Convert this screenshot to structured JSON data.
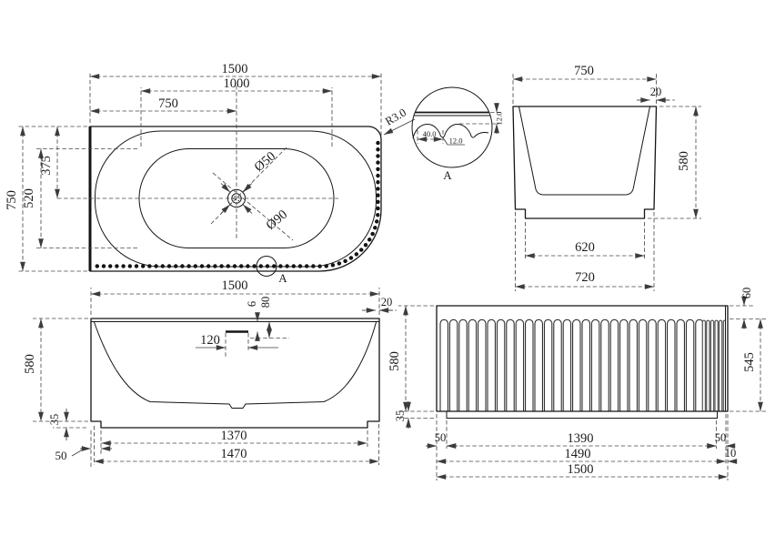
{
  "views": {
    "plan": {
      "length": "1500",
      "basin_length": "1000",
      "drain_offset_x": "750",
      "width": "750",
      "basin_width": "520",
      "drain_offset_y": "375",
      "drain_hole": "Ø50",
      "drain_recess": "Ø90",
      "detail_marker": "A",
      "fillet_radius": "R3.0"
    },
    "detail": {
      "marker": "A",
      "pitch": "40.0",
      "valley_width": "12.0",
      "depth": "12.0"
    },
    "side": {
      "top_width": "750",
      "rim_thickness": "20",
      "height": "580",
      "base_inner": "620",
      "base_outer": "720"
    },
    "front": {
      "length": "1500",
      "rim_thickness": "20",
      "overflow_gap": "6",
      "overflow_drop": "80",
      "overflow_width": "120",
      "height": "580",
      "plinth_height": "35",
      "foot_inset": "50",
      "base_inner": "1370",
      "base_outer": "1470"
    },
    "ribbed": {
      "flute_offset": "60",
      "flute_height": "545",
      "height": "580",
      "plinth_height": "35",
      "foot_left": "50",
      "base_center": "1390",
      "foot_right": "50",
      "length_inner": "1490",
      "edge": "10",
      "length": "1500"
    }
  }
}
